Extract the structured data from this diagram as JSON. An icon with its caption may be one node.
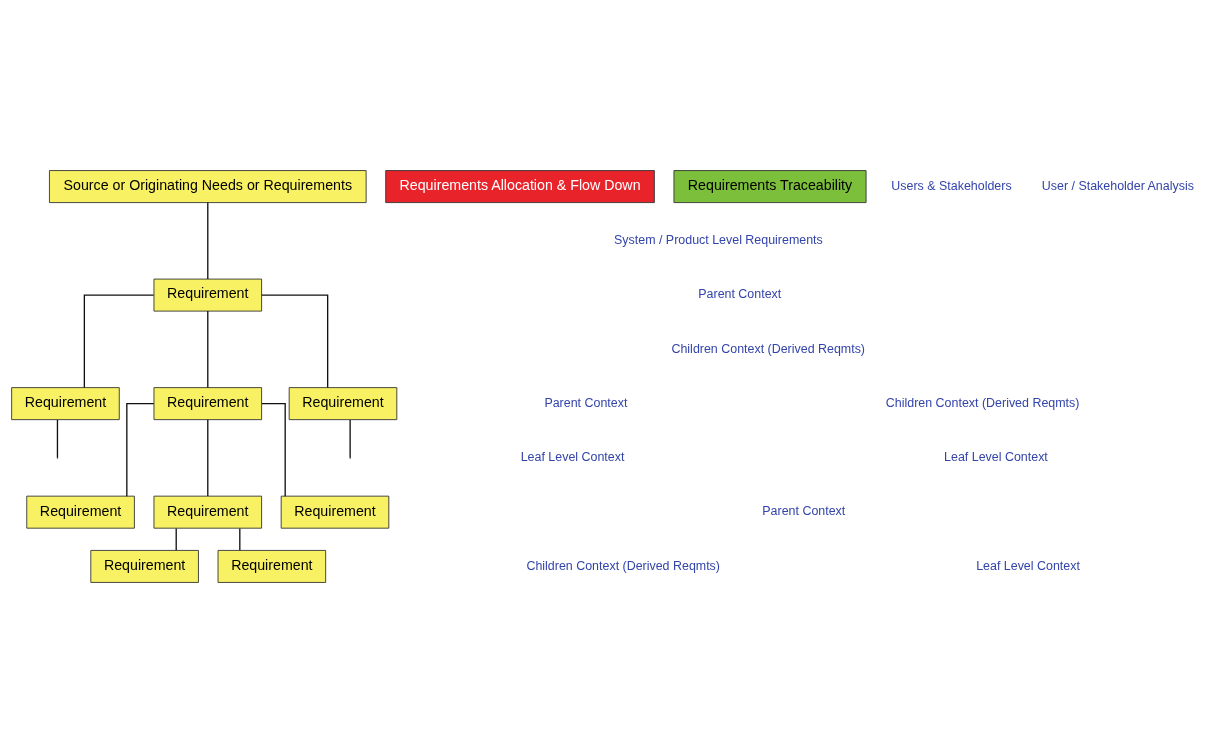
{
  "diagram": {
    "nodes": [
      {
        "text": [
          "Source or Originating Needs or Requirements"
        ]
      },
      {
        "text": [
          "Requirement"
        ]
      },
      {
        "text": [
          "Requirement"
        ]
      },
      {
        "text": [
          "Requirement"
        ]
      },
      {
        "text": [
          "Requirement"
        ]
      },
      {
        "text": [
          "Requirement"
        ]
      },
      {
        "text": [
          "Requirement"
        ]
      },
      {
        "text": [
          "Requirement"
        ]
      },
      {
        "text": [
          "Requirement"
        ]
      },
      {
        "text": [
          "Requirement"
        ]
      },
      {
        "text": [
          "Requirements Allocation & Flow Down"
        ]
      },
      {
        "text": [
          "Requirements Traceability"
        ]
      }
    ],
    "edges": [
      {
        "from": 0,
        "to": 1,
        "arrow": "none"
      },
      {
        "from": 1,
        "to": 2,
        "arrow": "none"
      },
      {
        "from": 1,
        "to": 3,
        "arrow": "none"
      },
      {
        "from": 1,
        "to": 4,
        "arrow": "none"
      },
      {
        "from": 2,
        "to": null,
        "arrow": "none"
      },
      {
        "from": 4,
        "to": null,
        "arrow": "none"
      },
      {
        "from": 3,
        "to": 5,
        "arrow": "none"
      },
      {
        "from": 3,
        "to": 6,
        "arrow": "none"
      },
      {
        "from": 3,
        "to": 7,
        "arrow": "none"
      },
      {
        "from": 6,
        "to": 8,
        "arrow": "none"
      },
      {
        "from": 6,
        "to": 9,
        "arrow": "none"
      }
    ],
    "labels": [
      "Users & Stakeholders",
      "User / Stakeholder Analysis",
      "System / Product Level Requirements",
      "Parent Context",
      "Children Context (Derived Reqmts)",
      "Parent Context",
      "Children Context (Derived Reqmts)",
      "Leaf Level Context",
      "Parent Context",
      "Leaf Level Context",
      "Children Context (Derived Reqmts)",
      "Leaf Level Context"
    ]
  }
}
